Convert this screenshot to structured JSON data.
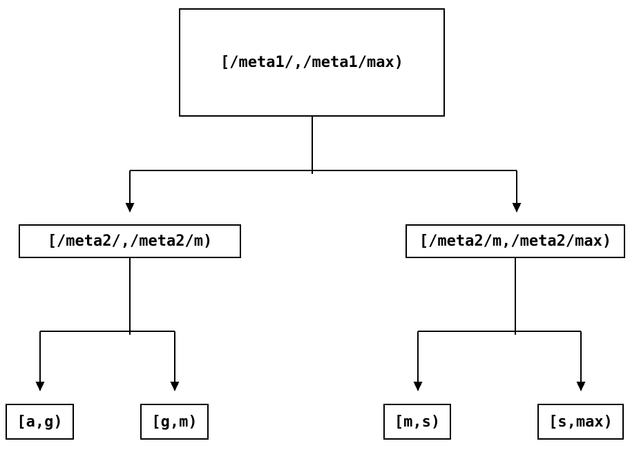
{
  "diagram": {
    "type": "tree",
    "background_color": "#ffffff",
    "line_color": "#000000",
    "text_color": "#000000",
    "nodes": {
      "root": {
        "label": "[/meta1/,/meta1/max)"
      },
      "left_child": {
        "label": "[/meta2/,/meta2/m)"
      },
      "right_child": {
        "label": "[/meta2/m,/meta2/max)"
      },
      "leaf_ag": {
        "label": "[a,g)"
      },
      "leaf_gm": {
        "label": "[g,m)"
      },
      "leaf_ms": {
        "label": "[m,s)"
      },
      "leaf_smax": {
        "label": "[s,max)"
      }
    },
    "edges": [
      {
        "from": "root",
        "to": "left_child"
      },
      {
        "from": "root",
        "to": "right_child"
      },
      {
        "from": "left_child",
        "to": "leaf_ag"
      },
      {
        "from": "left_child",
        "to": "leaf_gm"
      },
      {
        "from": "right_child",
        "to": "leaf_ms"
      },
      {
        "from": "right_child",
        "to": "leaf_smax"
      }
    ]
  }
}
